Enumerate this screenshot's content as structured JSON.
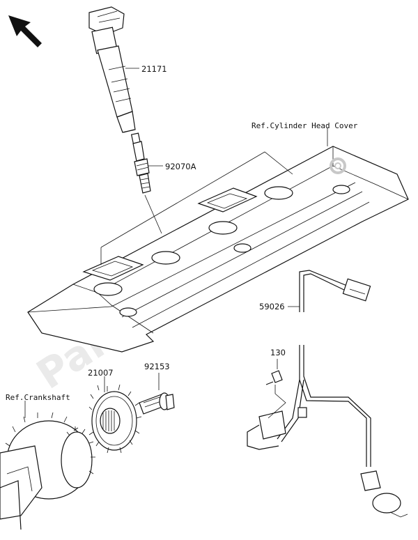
{
  "watermark": "PartsRepublik",
  "labels": {
    "ignition_coil": "21171",
    "spark_plug": "92070A",
    "head_cover_ref": "Ref.Cylinder Head Cover",
    "wire_harness": "59026",
    "bolt_small": "130",
    "timing_rotor": "21007",
    "flange_bolt": "92153",
    "crankshaft_ref": "Ref.Crankshaft"
  },
  "icons": {
    "direction_arrow": "arrow-up-left-icon",
    "gear_logo": "gear-icon"
  }
}
